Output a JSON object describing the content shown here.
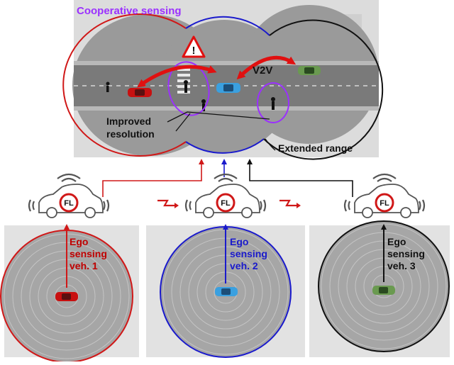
{
  "title": "Cooperative sensing",
  "labels": {
    "v2v": "V2V",
    "warning": "!",
    "improved": "Improved",
    "resolution": "resolution",
    "extended_range": "Extended range"
  },
  "vehicles": [
    {
      "fl": "FL",
      "line1": "Ego",
      "line2": "sensing",
      "line3": "veh. 1",
      "color": "#d01818"
    },
    {
      "fl": "FL",
      "line1": "Ego",
      "line2": "sensing",
      "line3": "veh. 2",
      "color": "#1a1acc"
    },
    {
      "fl": "FL",
      "line1": "Ego",
      "line2": "sensing",
      "line3": "veh. 3",
      "color": "#111111"
    }
  ],
  "colors": {
    "red": "#d01818",
    "blue": "#1a1acc",
    "black": "#111111",
    "purple": "#9b30ff",
    "car_red": "#c81010",
    "car_blue": "#3aa0e0",
    "car_green": "#6a9a50"
  }
}
